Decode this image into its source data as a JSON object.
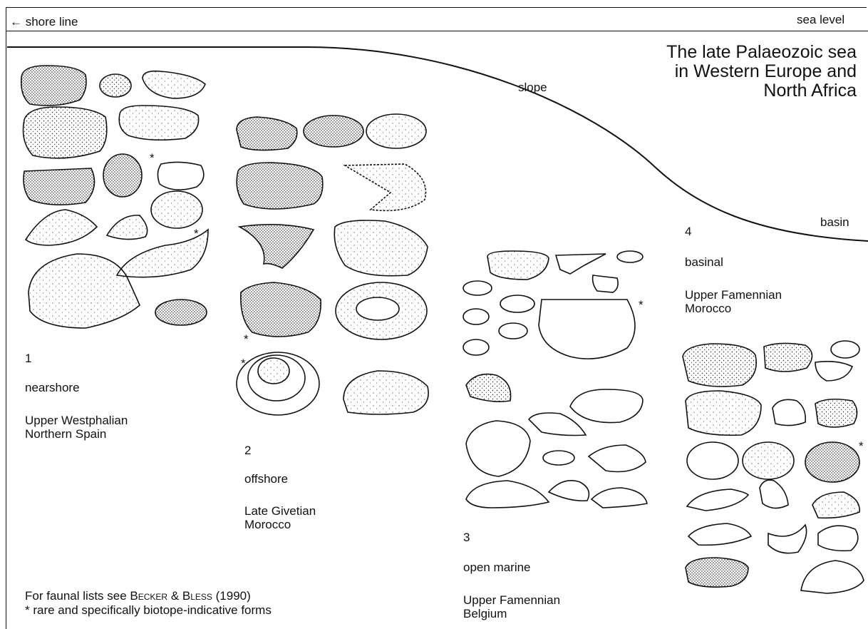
{
  "header": {
    "shore_line": "← shore line",
    "sea_level": "sea level"
  },
  "title": "The late Palaeozoic sea\nin Western Europe and\nNorth Africa",
  "profile_labels": {
    "slope": "slope",
    "basin": "basin"
  },
  "sites": [
    {
      "number": "1",
      "setting": "nearshore",
      "locality": "Upper Westphalian\nNorthern Spain"
    },
    {
      "number": "2",
      "setting": "offshore",
      "locality": "Late Givetian\nMorocco"
    },
    {
      "number": "3",
      "setting": "open marine",
      "locality": "Upper Famennian\nBelgium"
    },
    {
      "number": "4",
      "setting": "basinal",
      "locality": "Upper Famennian\nMorocco"
    }
  ],
  "footnote": {
    "prefix": "For faunal lists see ",
    "author1": "Becker",
    "amp": " & ",
    "author2": "Bless",
    "year": " (1990)",
    "rare": "* rare and specifically biotope-indicative forms"
  },
  "markers": {
    "asterisk": "*"
  },
  "colors": {
    "ink": "#111111",
    "paper": "#ffffff"
  }
}
